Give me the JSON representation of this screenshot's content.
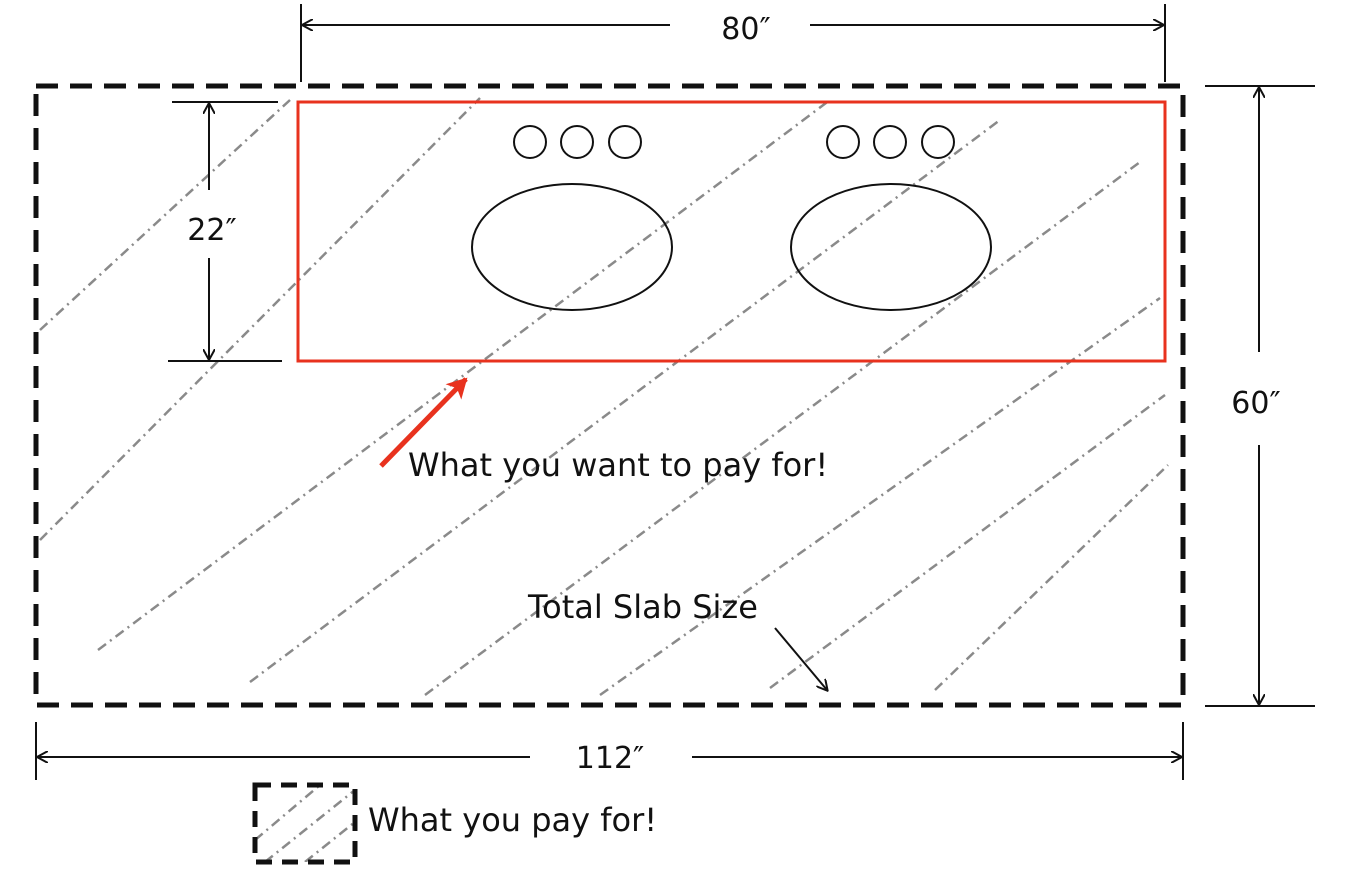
{
  "diagram": {
    "dimensions": {
      "top_width": "80″",
      "left_height": "22″",
      "right_height": "60″",
      "bottom_width": "112″"
    },
    "annotations": {
      "want_to_pay": "What you want to pay for!",
      "total_slab": "Total Slab Size",
      "legend_pay": "What you pay for!"
    },
    "faucet_holes_per_sink": 3,
    "sink_count": 2,
    "colors": {
      "countertop_outline": "#e8321e",
      "arrow_red": "#e8321e",
      "slab_outline": "#111111",
      "hatch": "#8a8a8a",
      "text": "#111111"
    }
  }
}
